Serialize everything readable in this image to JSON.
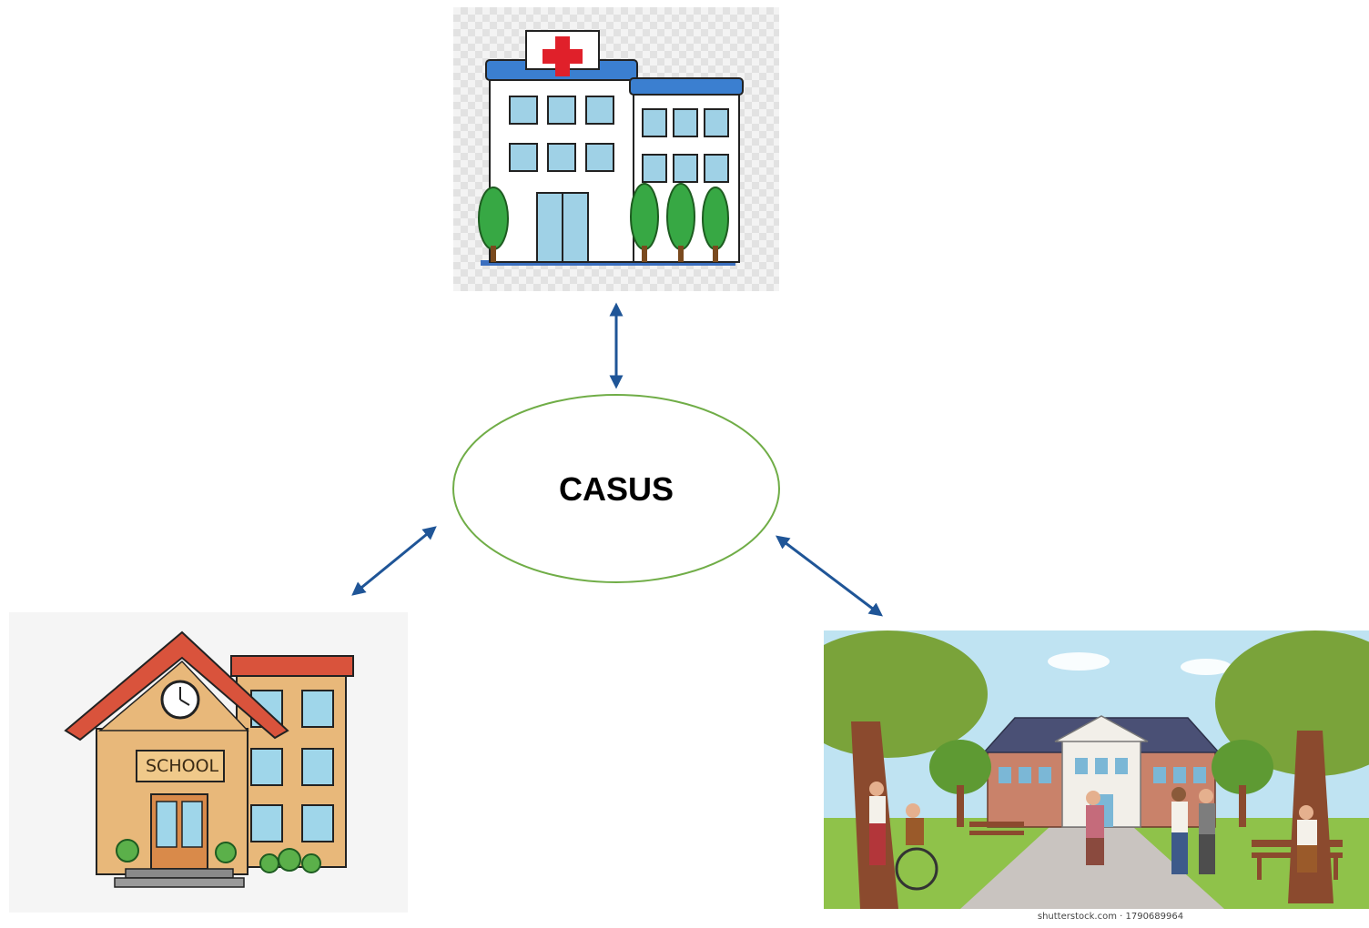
{
  "center": {
    "label": "CASUS"
  },
  "nodes": {
    "school": {
      "sign": "SCHOOL"
    },
    "care_home": {
      "watermark": "shutterstock.com · 1790689964"
    }
  },
  "colors": {
    "arrow": "#1f5597",
    "ellipse_stroke": "#70ad47",
    "hospital_cross": "#e0202a",
    "school_roof": "#d9533c"
  }
}
